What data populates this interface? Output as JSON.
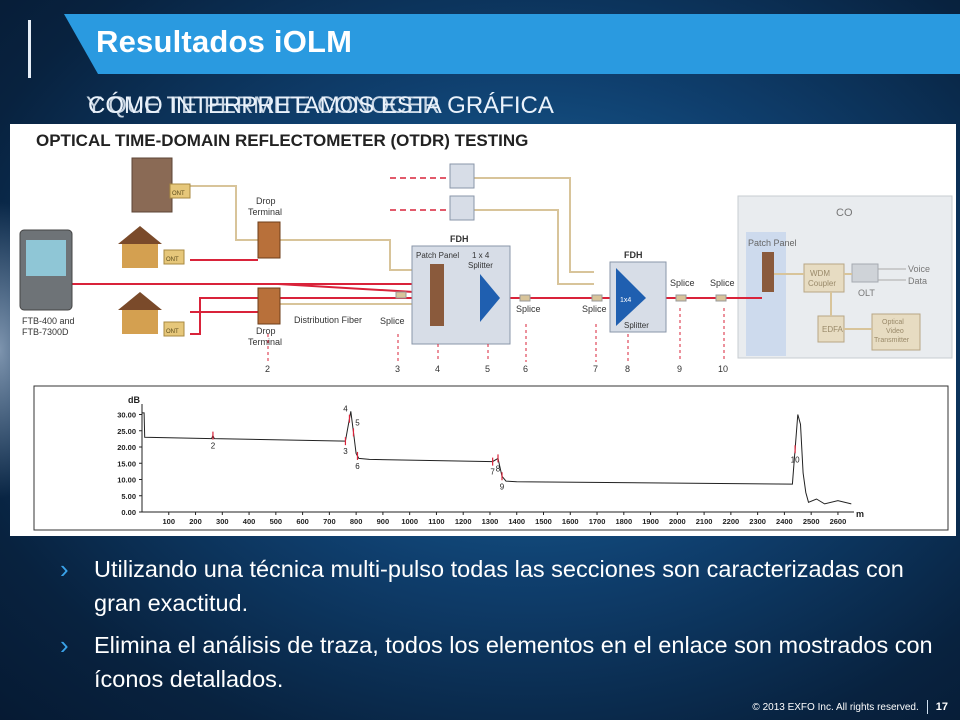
{
  "slide": {
    "title": "Resultados iOLM",
    "subtitle_front": "CÓMO INTERPRETAMOS ESTA GRÁFICA",
    "subtitle_back": "Y QUE TE PERMITE CONOCER"
  },
  "figure": {
    "heading": "OPTICAL TIME-DOMAIN REFLECTOMETER (OTDR) TESTING",
    "labels": {
      "co": "CO",
      "fdh_left": "FDH",
      "fdh_right": "FDH",
      "patch_panel_left": "Patch Panel",
      "patch_panel_co": "Patch Panel",
      "splitter_1x4": "1 x 4",
      "splitter_1x4_b": "Splitter",
      "splitter_right_top": "1x4",
      "splitter_right": "Splitter",
      "drop_terminal_top": "Drop",
      "drop_terminal_top_b": "Terminal",
      "drop_terminal_bottom": "Drop",
      "drop_terminal_bottom_b": "Terminal",
      "distribution_fiber": "Distribution Fiber",
      "splice_a": "Splice",
      "splice_b": "Splice",
      "splice_c": "Splice",
      "splice_d": "Splice",
      "splice_e": "Splice",
      "ont_1": "ONT",
      "ont_2": "ONT",
      "ont_3": "ONT",
      "instrument": "FTB-400 and",
      "instrument_b": "FTB-7300D",
      "wdm": "WDM",
      "wdm_b": "Coupler",
      "olt": "OLT",
      "voice": "Voice",
      "data": "Data",
      "edfa": "EDFA",
      "optical": "Optical",
      "video": "Video",
      "transmitter": "Transmitter"
    },
    "points": [
      "2",
      "3",
      "4",
      "5",
      "6",
      "7",
      "8",
      "9",
      "10"
    ]
  },
  "chart_data": {
    "type": "line",
    "ylabel": "dB",
    "xlabel": "m",
    "ylim": [
      0,
      32
    ],
    "xlim": [
      0,
      2660
    ],
    "y_ticks": [
      "30.00",
      "25.00",
      "20.00",
      "15.00",
      "10.00",
      "5.00",
      "0.00"
    ],
    "x_ticks": [
      "100",
      "200",
      "300",
      "400",
      "500",
      "600",
      "700",
      "800",
      "900",
      "1000",
      "1100",
      "1200",
      "1300",
      "1400",
      "1500",
      "1600",
      "1700",
      "1800",
      "1900",
      "2000",
      "2100",
      "2200",
      "2300",
      "2400",
      "2500",
      "2600"
    ],
    "series": [
      {
        "values_x": [
          0,
          8,
          10,
          260,
          265,
          270,
          760,
          780,
          790,
          800,
          810,
          850,
          1310,
          1330,
          1345,
          1360,
          1400,
          2430,
          2450,
          2460,
          2470,
          2480,
          2490,
          2520,
          2550,
          2600,
          2650
        ],
        "values_y": [
          30.5,
          30.5,
          23,
          22.6,
          23.5,
          22.6,
          21.8,
          31,
          24.5,
          18,
          16.5,
          16.2,
          15.5,
          16.5,
          11,
          9.5,
          9.3,
          8.6,
          30,
          27,
          12,
          6,
          3,
          4,
          2.5,
          3.5,
          2.5
        ]
      }
    ],
    "markers": [
      {
        "label": "2",
        "x": 265
      },
      {
        "label": "3",
        "x": 760
      },
      {
        "label": "4",
        "x": 775
      },
      {
        "label": "5",
        "x": 790
      },
      {
        "label": "6",
        "x": 805
      },
      {
        "label": "7",
        "x": 1310
      },
      {
        "label": "8",
        "x": 1330
      },
      {
        "label": "9",
        "x": 1345
      },
      {
        "label": "10",
        "x": 2440
      }
    ]
  },
  "bullets": [
    "Utilizando una técnica multi-pulso todas las secciones son caracterizadas con gran exactitud.",
    "Elimina el análisis de traza, todos los elementos en el enlace son mostrados con íconos detallados."
  ],
  "footer": {
    "copyright": "© 2013 EXFO Inc. All rights reserved.",
    "page": "17"
  },
  "colors": {
    "title_band": "#2a9ae0",
    "fiber_red": "#d9233a",
    "splitter_blue": "#1f5fb0",
    "drop_fiber": "#d8c49a"
  }
}
